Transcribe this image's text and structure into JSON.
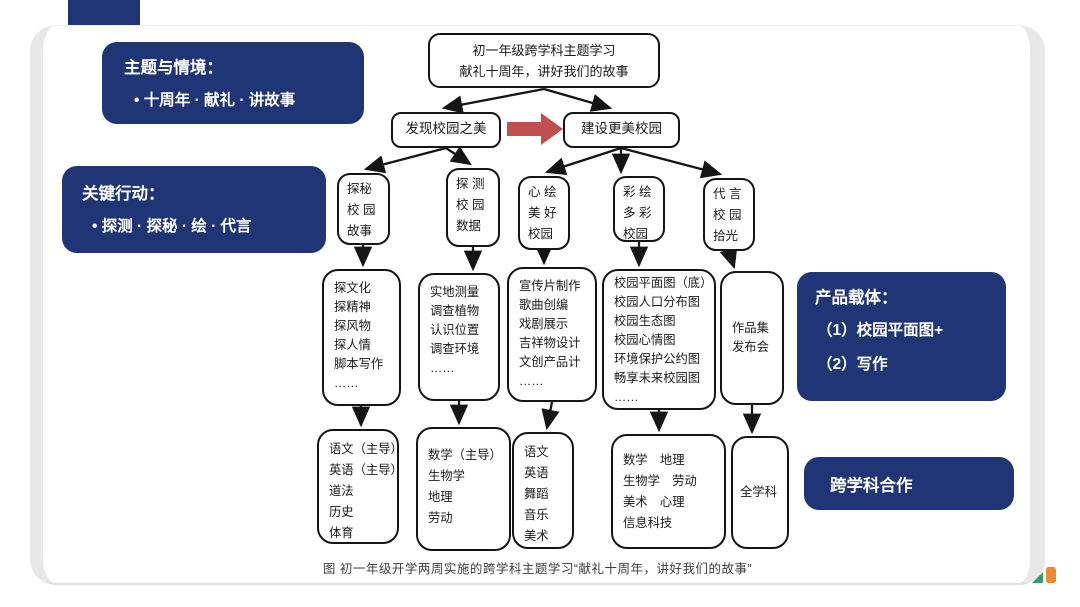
{
  "colors": {
    "navy": "#1f3576",
    "arrow_red": "#c0504d",
    "ink": "#151515",
    "card_edge": "#e8e8e8",
    "logo_green": "#2f9e70",
    "logo_orange": "#ee8a31"
  },
  "flow": {
    "root": {
      "lines": [
        "初一年级跨学科主题学习",
        "献礼十周年，讲好我们的故事"
      ]
    },
    "phases": {
      "left": "发现校园之美",
      "right": "建设更美校园"
    },
    "tasks": [
      {
        "lines": [
          "探秘",
          "校 园",
          "故事"
        ]
      },
      {
        "lines": [
          "探 测",
          "校 园",
          "数据"
        ]
      },
      {
        "lines": [
          "心 绘",
          "美 好",
          "校园"
        ]
      },
      {
        "lines": [
          "彩 绘",
          "多 彩",
          "校园"
        ]
      },
      {
        "lines": [
          "代 言",
          "校 园",
          "拾光"
        ]
      }
    ],
    "activities": [
      {
        "lines": [
          "探文化",
          "探精神",
          "探风物",
          "探人情",
          "脚本写作",
          "……"
        ]
      },
      {
        "lines": [
          "实地测量",
          "调查植物",
          "认识位置",
          "调查环境",
          "……"
        ]
      },
      {
        "lines": [
          "宣传片制作",
          "歌曲创编",
          "戏剧展示",
          "吉祥物设计",
          "文创产品计",
          "……"
        ]
      },
      {
        "lines": [
          "校园平面图（底）",
          "校园人口分布图",
          "校园生态图",
          "校园心情图",
          "环境保护公约图",
          "畅享未来校园图",
          "……"
        ]
      },
      {
        "lines": [
          "作品集",
          "发布会"
        ]
      }
    ],
    "subjects": [
      {
        "lines": [
          "语文（主导）",
          "英语（主导）",
          "道法",
          "历史",
          "体育"
        ]
      },
      {
        "lines": [
          "数学（主导）",
          "生物学",
          "地理",
          "劳动"
        ]
      },
      {
        "lines": [
          "语文",
          "英语",
          "舞蹈",
          "音乐",
          "美术"
        ]
      },
      {
        "lines": [
          "数学　地理",
          "生物学　劳动",
          "美术　心理",
          "信息科技"
        ]
      },
      {
        "lines": [
          "全学科"
        ]
      }
    ]
  },
  "annotations": {
    "theme": {
      "title": "主题与情境：",
      "bullet": "•  十周年 · 献礼 · 讲故事"
    },
    "actions": {
      "title": "关键行动：",
      "bullet": "•  探测 · 探秘 · 绘 · 代言"
    },
    "products": {
      "title": "产品载体：",
      "items": [
        "（1）校园平面图+",
        "（2）写作"
      ]
    },
    "collaboration": "跨学科合作"
  },
  "caption": "图  初一年级开学两周实施的跨学科主题学习“献礼十周年，讲好我们的故事”"
}
